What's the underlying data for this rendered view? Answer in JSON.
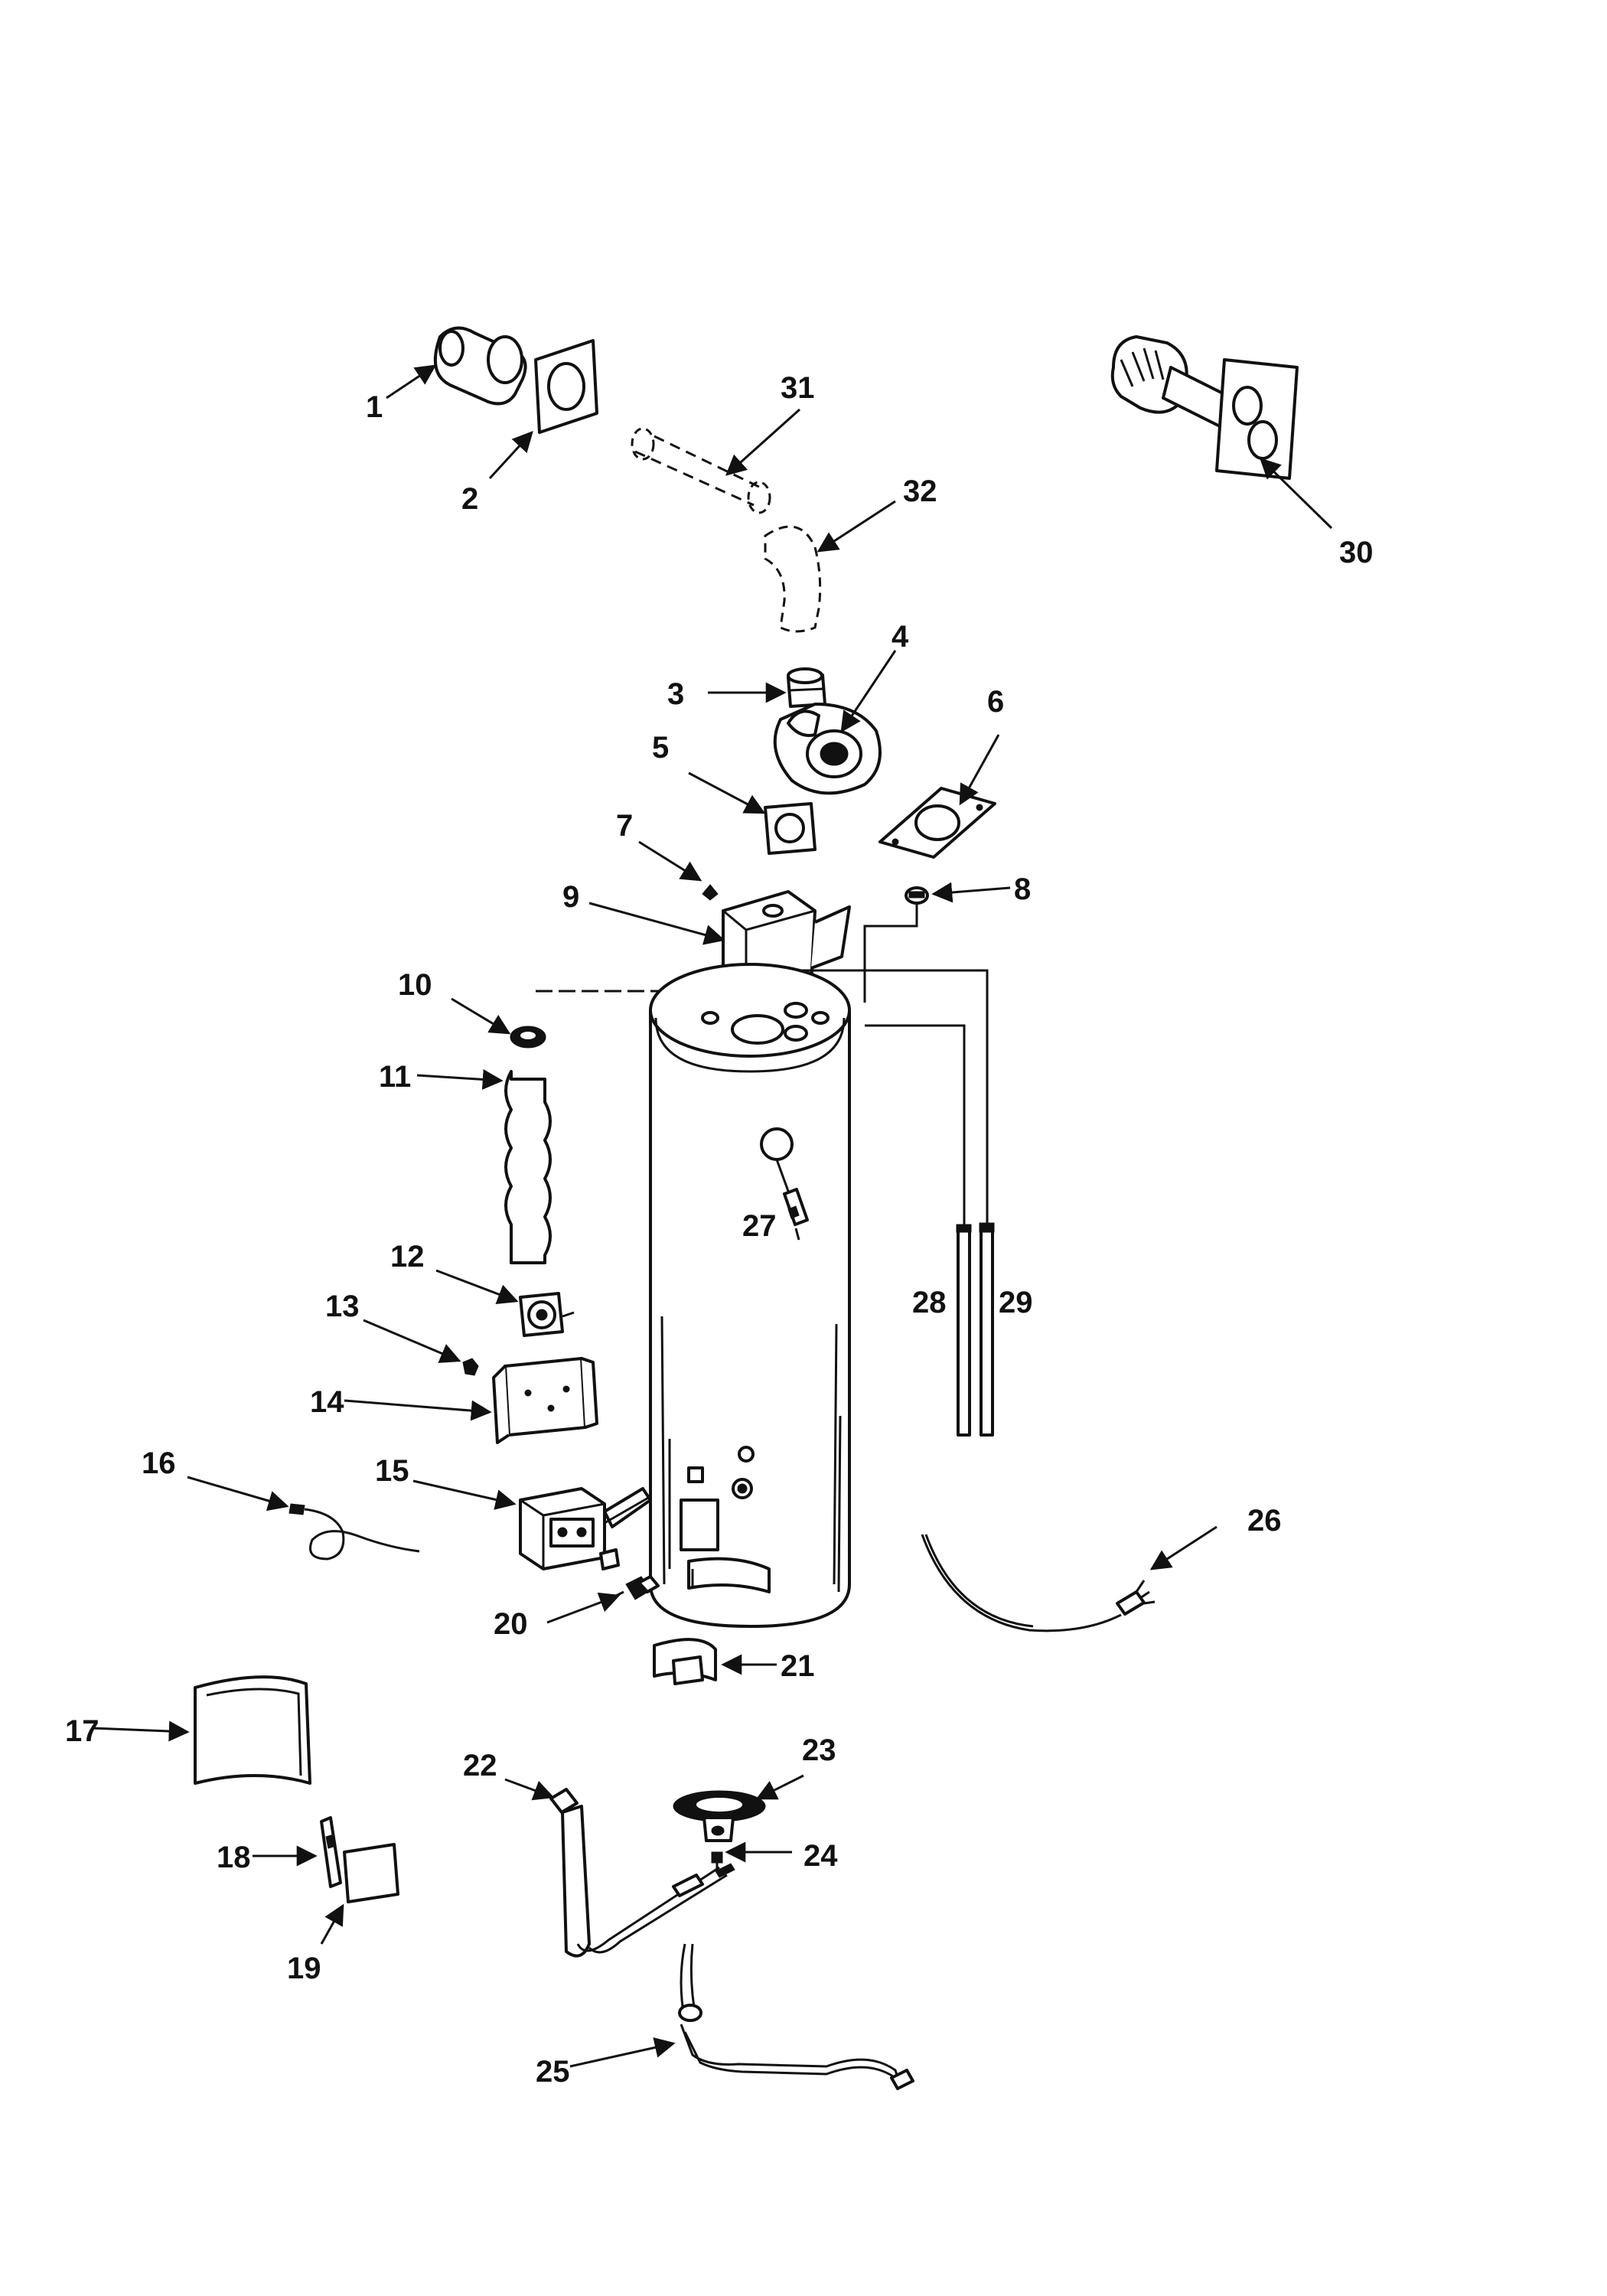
{
  "diagram": {
    "ink_color": "#111111",
    "background": "#ffffff",
    "callouts": [
      "1",
      "2",
      "3",
      "4",
      "5",
      "6",
      "7",
      "8",
      "9",
      "10",
      "11",
      "12",
      "13",
      "14",
      "15",
      "16",
      "17",
      "18",
      "19",
      "20",
      "21",
      "22",
      "23",
      "24",
      "25",
      "26",
      "27",
      "28",
      "29",
      "30",
      "31",
      "32"
    ]
  }
}
